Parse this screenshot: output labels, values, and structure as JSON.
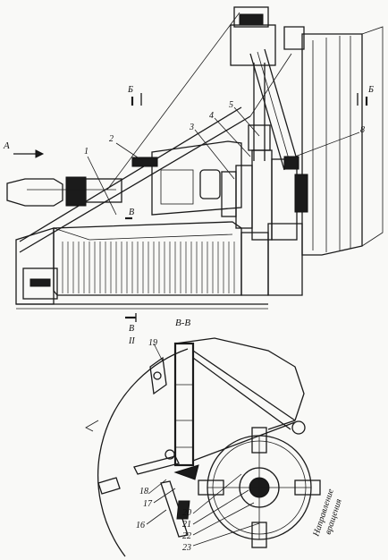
{
  "top_view": {
    "direction_arrow_label": "A",
    "section_b_label_left": "Б",
    "section_b_label_right": "Б",
    "section_v_label_upper": "В",
    "section_v_label_lower": "В",
    "callouts": [
      "1",
      "2",
      "3",
      "4",
      "5",
      "8"
    ]
  },
  "section_view": {
    "section_title": "В-В",
    "roman_label": "II",
    "callouts": [
      "19",
      "18",
      "17",
      "16",
      "20",
      "21",
      "22",
      "23"
    ],
    "rotation_label_line1": "Направление",
    "rotation_label_line2": "вращения"
  }
}
